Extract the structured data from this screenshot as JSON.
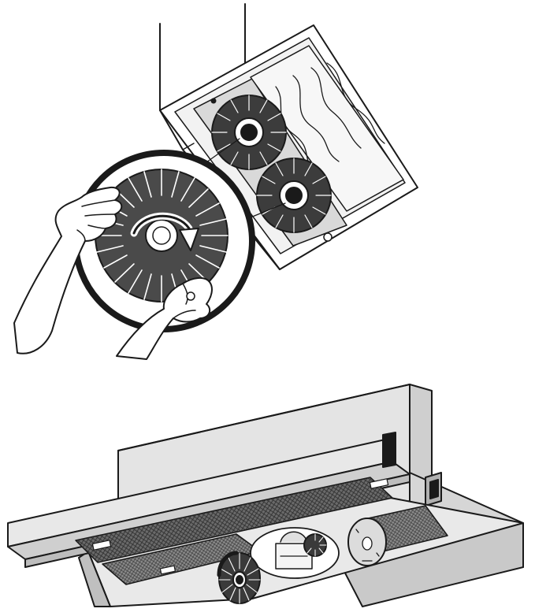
{
  "figure": {
    "panels": [
      {
        "name": "filter-installation-detail",
        "depicts": [
          "hood-underside",
          "carbon-filter",
          "carbon-filter",
          "hand",
          "hand",
          "rotation-arrow"
        ]
      },
      {
        "name": "hood-overview",
        "depicts": [
          "telescopic-hood",
          "grease-filter",
          "carbon-filter",
          "carbon-filter",
          "blower"
        ]
      }
    ],
    "colors": {
      "line": "#1a1a1a",
      "filter_dark": "#4a4a4a",
      "filter_mid": "#707070",
      "panel_light": "#e6e6e6",
      "panel_mid": "#d2d2d2",
      "panel_dark": "#bdbdbd",
      "mesh": "#5a5a5a",
      "paper": "#ffffff"
    }
  }
}
